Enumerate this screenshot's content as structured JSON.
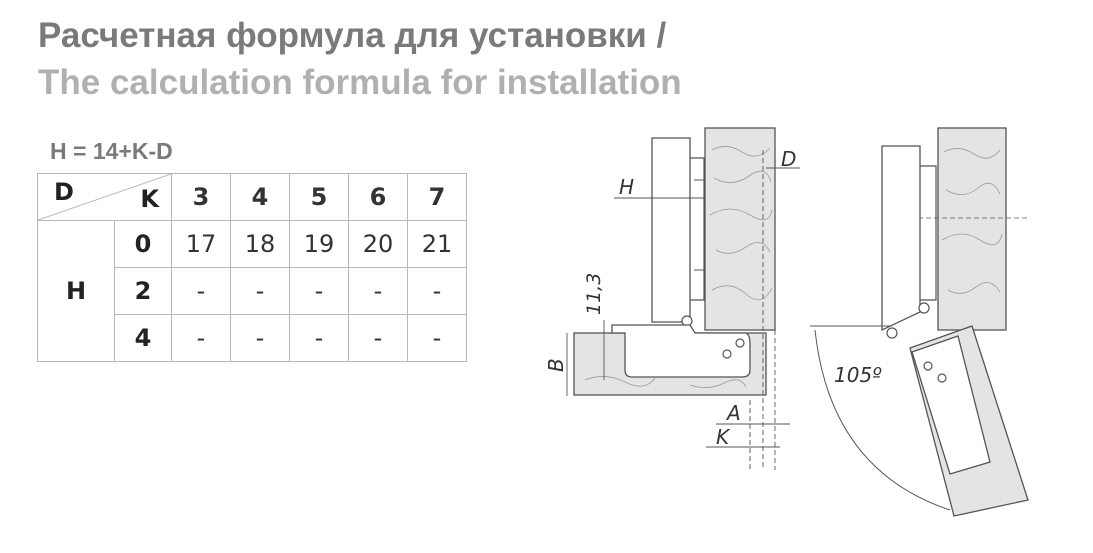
{
  "title": {
    "line1": "Расчетная формула для установки /",
    "line2": "The calculation formula for installation"
  },
  "formula": "H = 14+K-D",
  "table": {
    "corner_top": "D",
    "corner_bottom": "K",
    "k_values": [
      "3",
      "4",
      "5",
      "6",
      "7"
    ],
    "row_label": "H",
    "rows": [
      {
        "d": "0",
        "values": [
          "17",
          "18",
          "19",
          "20",
          "21"
        ]
      },
      {
        "d": "2",
        "values": [
          "-",
          "-",
          "-",
          "-",
          "-"
        ]
      },
      {
        "d": "4",
        "values": [
          "-",
          "-",
          "-",
          "-",
          "-"
        ]
      }
    ]
  },
  "diagram": {
    "label_d": "D",
    "label_h": "H",
    "label_11_3": "11,3",
    "label_b": "B",
    "label_a": "A",
    "label_k": "K",
    "label_angle": "105º"
  },
  "colors": {
    "title_primary": "#7a7a7a",
    "title_secondary": "#b0b0b0",
    "wood_fill": "#e4e4e4",
    "line": "#555555"
  }
}
